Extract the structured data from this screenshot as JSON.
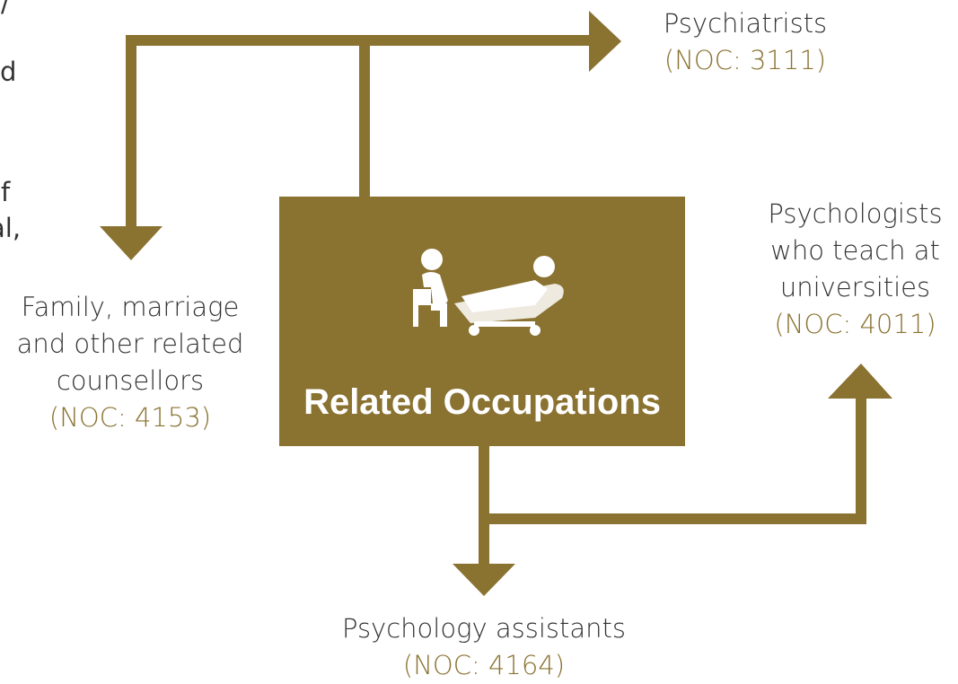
{
  "center": {
    "title": "Related Occupations",
    "icon": "therapy-session-icon"
  },
  "occupations": {
    "psychiatrists": {
      "lines": [
        "Psychiatrists"
      ],
      "noc": "(NOC: 3111)"
    },
    "family_counsellors": {
      "lines": [
        "Family, marriage",
        "and other related",
        "counsellors"
      ],
      "noc": "(NOC: 4153)"
    },
    "psychologists_teach": {
      "lines": [
        "Psychologists",
        "who teach at",
        "universities"
      ],
      "noc": "(NOC: 4011)"
    },
    "psychology_assistants": {
      "lines": [
        "Psychology assistants"
      ],
      "noc": "(NOC: 4164)"
    }
  },
  "left_text_fragments": [
    "/",
    "d",
    "f",
    "al,"
  ],
  "colors": {
    "accent": "#8a7231",
    "text": "#333333",
    "box_text": "#ffffff",
    "background": "#ffffff"
  }
}
